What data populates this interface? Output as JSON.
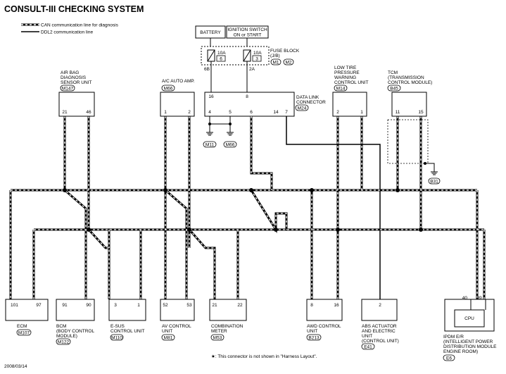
{
  "title": "CONSULT-III CHECKING SYSTEM",
  "legend": {
    "can_line": "CAN communication line for diagnosis",
    "ddl2_line": "DDL2 communication line"
  },
  "battery": {
    "label": "BATTERY"
  },
  "ignition": {
    "line1": "IGNITION SWITCH",
    "line2": "ON or START"
  },
  "fuse_block": {
    "title1": "FUSE BLOCK",
    "title2": "(J/B)",
    "fuses": [
      {
        "rating": "10A",
        "num": "6",
        "terminal": "6B"
      },
      {
        "rating": "10A",
        "num": "3",
        "terminal": "2A"
      }
    ],
    "tags": [
      "M1",
      "M2"
    ]
  },
  "dlc": {
    "title1": "DATA LINK",
    "title2": "CONNECTOR",
    "tag": "M24",
    "top_pins": [
      "16",
      "8"
    ],
    "bottom_pins": [
      "4",
      "5",
      "6",
      "14",
      "7"
    ],
    "ground_tags": [
      "M11",
      "M66"
    ]
  },
  "top_units": [
    {
      "lines": [
        "AIR BAG",
        "DIAGNOSIS",
        "SENSOR UNIT"
      ],
      "tag": "M147",
      "pins": [
        "21",
        "46"
      ]
    },
    {
      "lines": [
        "A/C AUTO AMP."
      ],
      "tag": "M66",
      "pins": [
        "1",
        "2"
      ]
    },
    {
      "lines": [
        "LOW TIRE",
        "PRESSURE",
        "WARNING",
        "CONTROL UNIT"
      ],
      "tag": "M14",
      "pins": [
        "2",
        "1"
      ]
    },
    {
      "lines": [
        "TCM",
        "(TRANSMISSION",
        "CONTROL MODULE)"
      ],
      "tag": "B45",
      "pins": [
        "11",
        "15"
      ],
      "ground_tag": "B31"
    }
  ],
  "bottom_units": [
    {
      "lines": [
        "ECM"
      ],
      "tag": "M107",
      "pins": [
        "101",
        "97"
      ]
    },
    {
      "lines": [
        "BCM",
        "(BODY CONTROL",
        "MODULE)"
      ],
      "tag": "M122",
      "pins": [
        "91",
        "90"
      ]
    },
    {
      "lines": [
        "E-SUS",
        "CONTROL UNIT"
      ],
      "tag": "M110",
      "pins": [
        "3",
        "1"
      ]
    },
    {
      "lines": [
        "AV CONTROL",
        "UNIT"
      ],
      "tag": "M81",
      "pins": [
        "52",
        "53"
      ]
    },
    {
      "lines": [
        "COMBINATION",
        "METER"
      ],
      "tag": "M53",
      "pins": [
        "21",
        "22"
      ]
    },
    {
      "lines": [
        "AWD CONTROL",
        "UNIT"
      ],
      "tag": "B213",
      "pins": [
        "8",
        "16"
      ]
    },
    {
      "lines": [
        "ABS ACTUATOR",
        "AND ELECTRIC",
        "UNIT",
        "(CONTROL UNIT)"
      ],
      "tag": "E41",
      "pins": [
        "2"
      ]
    },
    {
      "lines": [
        "IPDM E/R",
        "(INTELLIGENT POWER",
        "DISTRIBUTION MODULE",
        "ENGINE ROOM)"
      ],
      "tag": "E6",
      "pins": [
        "40",
        "39"
      ],
      "inner": "CPU"
    }
  ],
  "footnote": "★: This connector is not shown in \"Harness Layout\".",
  "date": "2008/03/14"
}
